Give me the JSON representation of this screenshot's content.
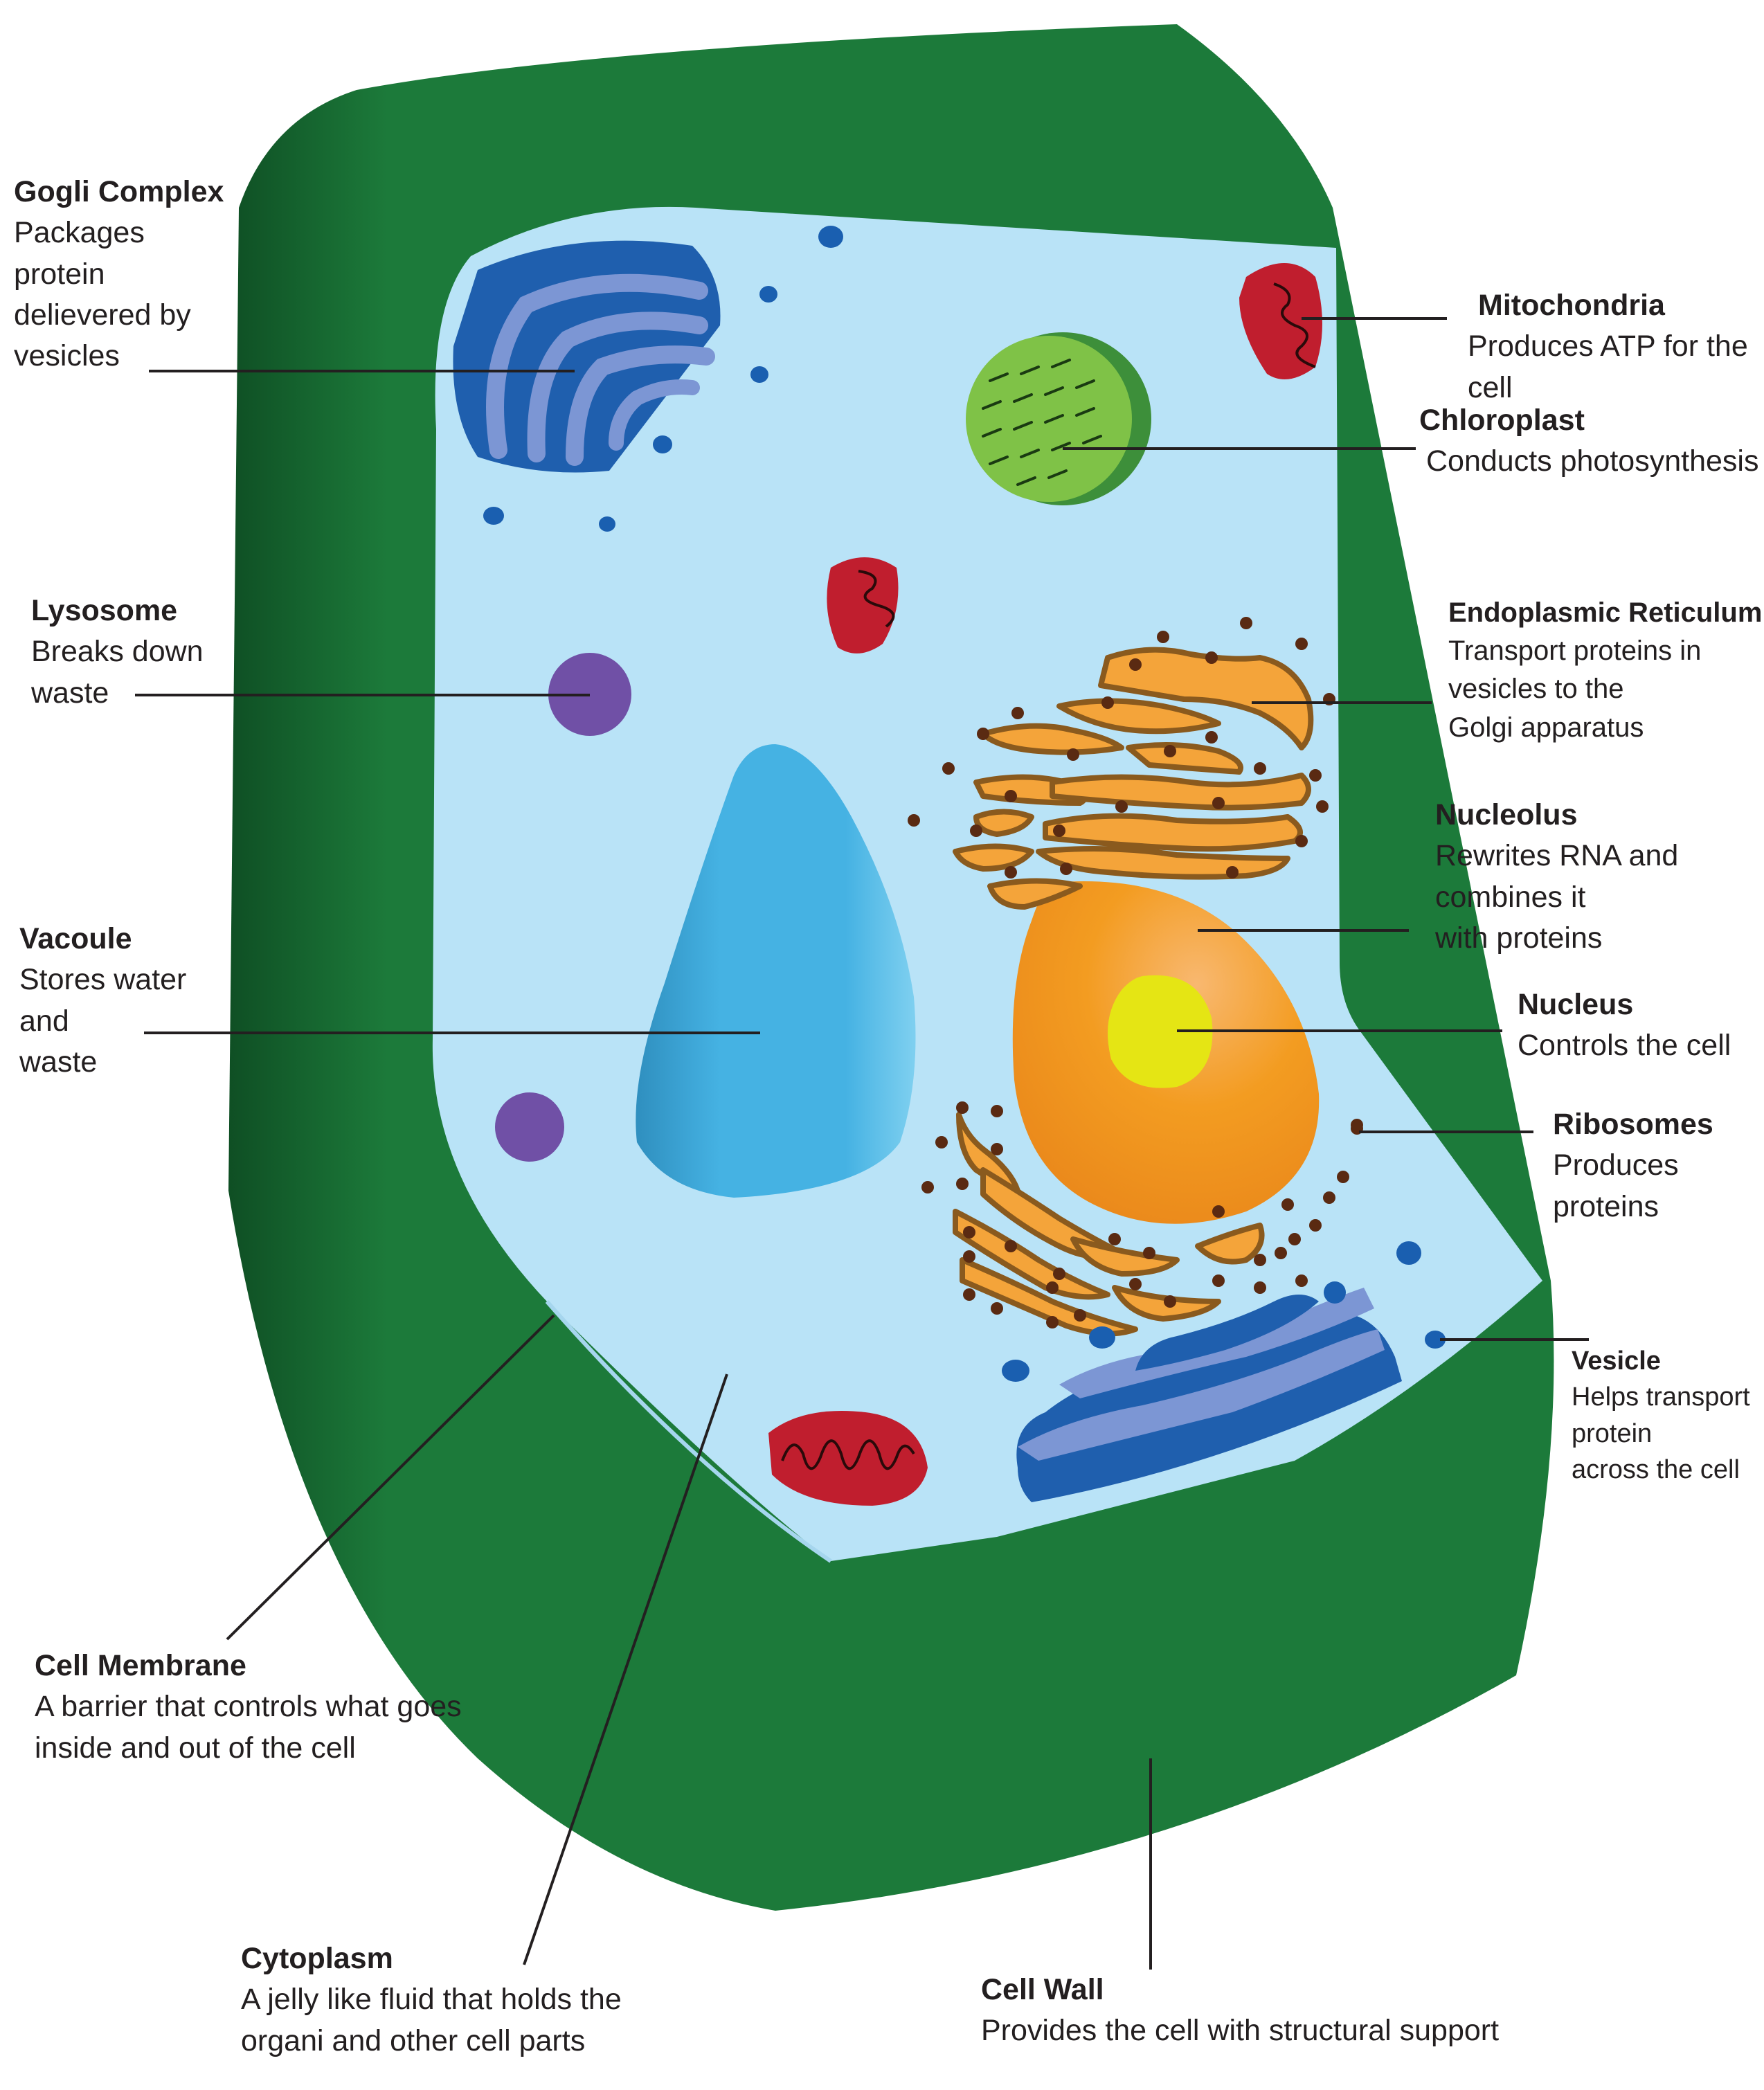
{
  "colors": {
    "cell_wall": "#1c7a3a",
    "cytoplasm": "#b9e3f7",
    "golgi": "#1f5fae",
    "mitochondria": "#c01e2e",
    "chloroplast": "#7fc247",
    "lysosome": "#7050a6",
    "vacuole": "#45b2e3",
    "nucleus": "#f39c21",
    "nucleolus": "#e5e514",
    "er": "#f4a43a",
    "ribosome": "#5a2a12",
    "vesicle": "#1a5fb0"
  },
  "labels": {
    "golgi": {
      "title": "Gogli Complex",
      "desc": "Packages\nprotein\ndelievered by\nvesicles"
    },
    "lysosome": {
      "title": "Lysosome",
      "desc": "Breaks down\nwaste"
    },
    "vacuole": {
      "title": "Vacoule",
      "desc": "Stores water\nand\nwaste"
    },
    "membrane": {
      "title": "Cell Membrane",
      "desc": "A barrier that controls what goes\ninside and out of the cell"
    },
    "cytoplasm": {
      "title": "Cytoplasm",
      "desc": "A jelly like fluid that holds the\norgani and other cell parts"
    },
    "cell_wall": {
      "title": "Cell Wall",
      "desc": "Provides the cell with structural support"
    },
    "mitochondria": {
      "title": "Mitochondria",
      "desc": "Produces ATP for the cell"
    },
    "chloroplast": {
      "title": "Chloroplast",
      "desc": "Conducts photosynthesis"
    },
    "er": {
      "title": "Endoplasmic Reticulum",
      "desc": "Transport proteins in\nvesicles to the\nGolgi apparatus"
    },
    "nucleolus_label": {
      "title": "Nucleolus",
      "desc": "Rewrites RNA and\ncombines it\nwith proteins"
    },
    "nucleus_label": {
      "title": "Nucleus",
      "desc": "Controls the cell"
    },
    "ribosomes": {
      "title": "Ribosomes",
      "desc": "Produces\nproteins"
    },
    "vesicle": {
      "title": "Vesicle",
      "desc": "Helps transport\nprotein\nacross the cell"
    }
  }
}
